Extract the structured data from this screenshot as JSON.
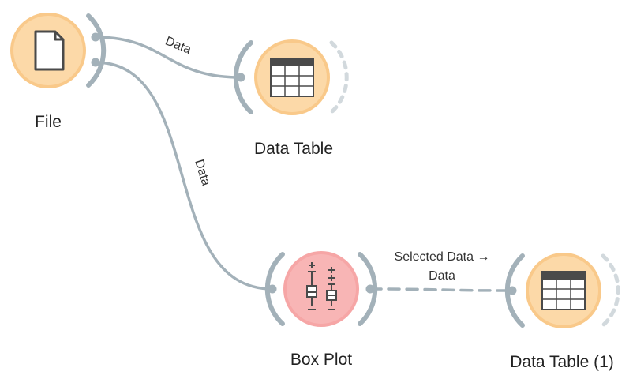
{
  "widgets": {
    "file": {
      "label": "File",
      "icon": "document-icon"
    },
    "data_table": {
      "label": "Data Table",
      "icon": "table-icon"
    },
    "box_plot": {
      "label": "Box Plot",
      "icon": "box-plot-icon"
    },
    "data_table_1": {
      "label": "Data Table (1)",
      "icon": "table-icon"
    }
  },
  "links": {
    "file_to_data_table": {
      "label": "Data"
    },
    "file_to_box_plot": {
      "label": "Data"
    },
    "box_plot_to_data_table_1": {
      "label_line1": "Selected Data →",
      "label_line2": "Data"
    }
  },
  "colors": {
    "data_widget_fill": "#fcd9a8",
    "data_widget_ring": "#f9c98a",
    "visualize_widget_fill": "#f8b5b5",
    "visualize_widget_ring": "#f6a6a6",
    "link": "#a3b1b9",
    "icon_stroke": "#4a4a4a"
  }
}
